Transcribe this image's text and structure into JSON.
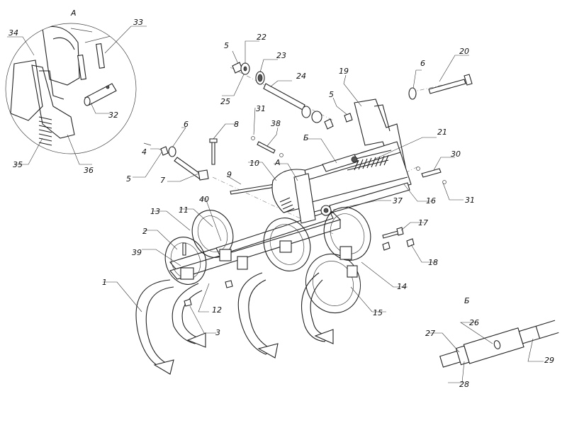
{
  "view_labels": {
    "detail_a": "А",
    "detail_b": "Б",
    "mark_a": "А",
    "mark_b": "Б"
  },
  "part_numbers": {
    "p1": "1",
    "p2": "2",
    "p3": "3",
    "p4": "4",
    "p5a": "5",
    "p5b": "5",
    "p5c": "5",
    "p6a": "6",
    "p6b": "6",
    "p7": "7",
    "p8": "8",
    "p9": "9",
    "p10": "10",
    "p11": "11",
    "p12": "12",
    "p13": "13",
    "p14": "14",
    "p15": "15",
    "p16": "16",
    "p17": "17",
    "p18": "18",
    "p19": "19",
    "p20": "20",
    "p21": "21",
    "p22": "22",
    "p23": "23",
    "p24": "24",
    "p25": "25",
    "p26": "26",
    "p27": "27",
    "p28": "28",
    "p29": "29",
    "p30": "30",
    "p31a": "31",
    "p31b": "31",
    "p32": "32",
    "p33": "33",
    "p34": "34",
    "p35": "35",
    "p36": "36",
    "p37": "37",
    "p38": "38",
    "p39": "39",
    "p40": "40"
  }
}
